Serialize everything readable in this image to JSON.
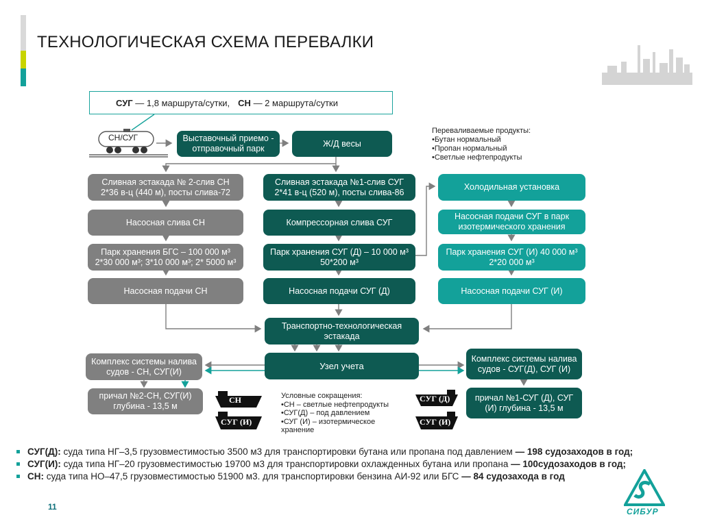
{
  "title": "ТЕХНОЛОГИЧЕСКАЯ СХЕМА ПЕРЕВАЛКИ",
  "colors": {
    "accent_teal": "#13a19a",
    "accent_yellow": "#c8d400",
    "dark_green": "#0e5a52",
    "gray": "#808080"
  },
  "routes": {
    "sug_label": "СУГ",
    "sug_text": " — 1,8 маршрута/сутки,",
    "sn_label": "СН",
    "sn_text": " — 2 маршрута/сутки"
  },
  "tanker_label": "СН/СУГ",
  "products": {
    "title": "Переваливаемые продукты:",
    "items": [
      "•Бутан нормальный",
      "•Пропан нормальный",
      "•Светлые нефтепродукты"
    ]
  },
  "boxes": {
    "park": "Выставочный приемо - отправочный парк",
    "scales": "Ж/Д весы",
    "sn_estakada": "Сливная эстакада № 2-слив СН 2*36 в-ц (440 м), посты слива-72",
    "sn_pump_drain": "Насосная слива СН",
    "sn_storage_1": "Парк хранения БГС – 100 000 м³",
    "sn_storage_2": "2*30 000 м³; 3*10 000 м³; 2* 5000 м³",
    "sn_pump_supply": "Насосная подачи СН",
    "sugd_estakada": "Сливная эстакада №1-слив СУГ 2*41 в-ц (520 м), посты слива-86",
    "sugd_compressor": "Компрессорная слива СУГ",
    "sugd_storage_1": "Парк хранения СУГ (Д) – 10 000 м³",
    "sugd_storage_2": "50*200 м³",
    "sugd_pump": "Насосная подачи СУГ (Д)",
    "cold_unit": "Холодильная установка",
    "sugi_pump_park": "Насосная подачи СУГ в парк изотермического хранения",
    "sugi_storage_1": "Парк хранения СУГ (И) 40 000 м³",
    "sugi_storage_2": "2*20 000 м³",
    "sugi_pump": "Насосная подачи СУГ (И)",
    "transport": "Транспортно-технологическая эстакада",
    "metering": "Узел учета",
    "left_complex": "Комплекс системы налива судов - СН, СУГ(И)",
    "right_complex": "Комплекс системы налива судов - СУГ(Д), СУГ (И)",
    "left_berth": "причал №2-СН, СУГ(И) глубина - 13,5 м",
    "right_berth": "причал №1-СУГ (Д), СУГ (И) глубина - 13,5 м"
  },
  "ships": {
    "sn": "СН",
    "sugi_left": "СУГ (И)",
    "sugd": "СУГ (Д)",
    "sugi_right": "СУГ (И)"
  },
  "legend": {
    "title": "Условные сокращения:",
    "items": [
      "•СН – светлые нефтепродукты",
      "•СУГ(Д) – под давлением",
      "•СУГ (И) – изотермическое хранение"
    ]
  },
  "bullets": [
    {
      "label": "СУГ(Д):",
      "text": " суда типа НГ–3,5 грузовместимостью 3500 м3 для транспортировки бутана или пропана под давлением ",
      "bold": "— 198 судозаходов в год;"
    },
    {
      "label": "СУГ(И):",
      "text": " суда типа НГ–20 грузовместимостью 19700 м3 для транспортировки охлажденных бутана или пропана ",
      "bold": "— 100судозаходов в год;"
    },
    {
      "label": "СН:",
      "text": " суда типа НО–47,5 грузовместимостью 51900 м3. для транспортировки бензина АИ-92 или БГС ",
      "bold": "— 84 судозахода в год"
    }
  ],
  "page_number": "11",
  "logo_text": "СИБУР"
}
